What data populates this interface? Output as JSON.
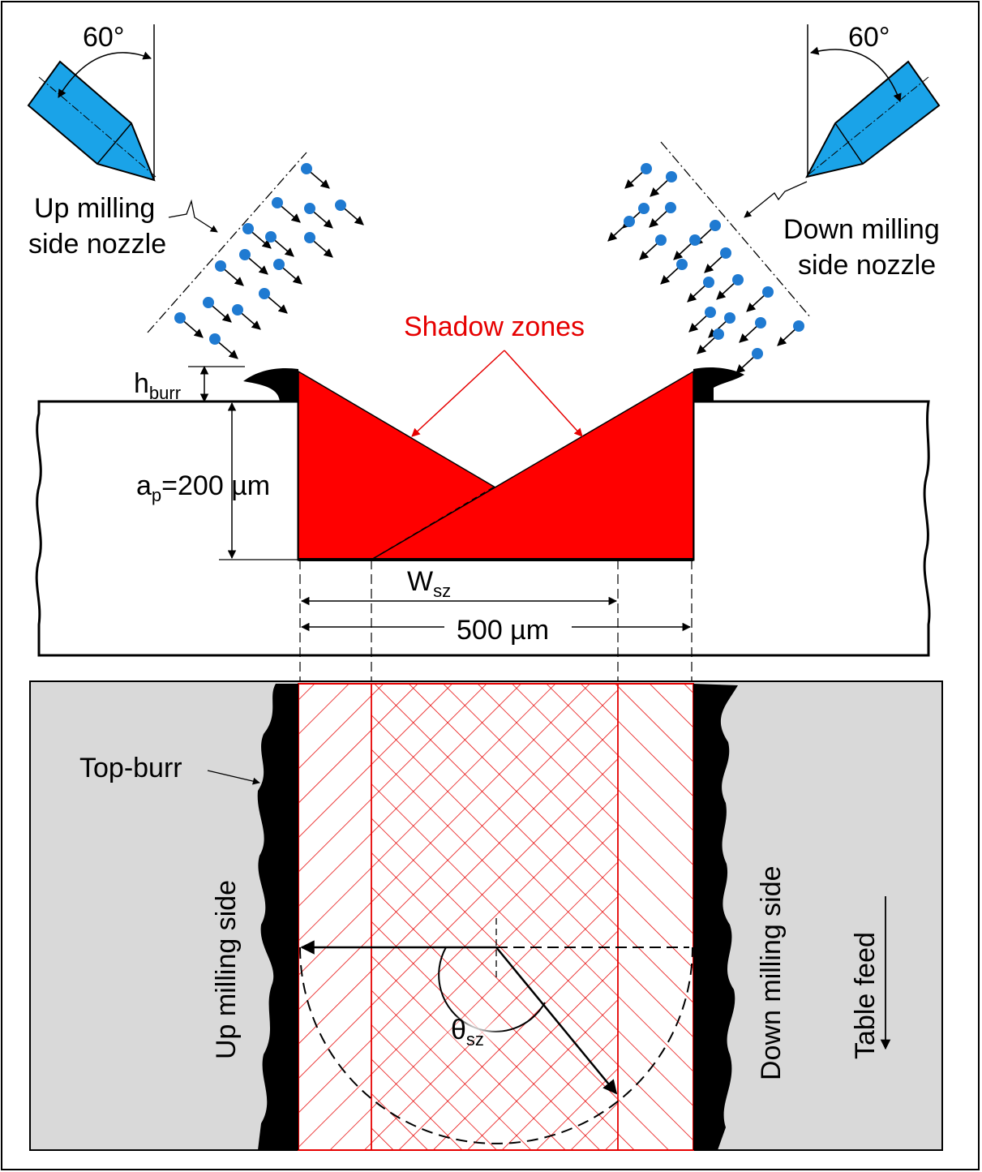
{
  "labels": {
    "angle_left": "60°",
    "angle_right": "60°",
    "up_nozzle_line1": "Up milling",
    "up_nozzle_line2": "side nozzle",
    "down_nozzle_line1": "Down milling",
    "down_nozzle_line2": "side nozzle",
    "shadow_zones": "Shadow zones",
    "h_main": "h",
    "h_sub": "burr",
    "ap_main": "a",
    "ap_sub": "p",
    "ap_value": "=200 µm",
    "w_main": "W",
    "w_sub": "sz",
    "width_500": "500 µm",
    "top_burr": "Top-burr",
    "up_side": "Up milling side",
    "down_side": "Down milling side",
    "table_feed": "Table feed",
    "theta_main": "θ",
    "theta_sub": "sz"
  },
  "colors": {
    "nozzle": "#1aa3e8",
    "shadow": "#ff0000",
    "hatch": "#e60000",
    "droplet": "#1f7ad1",
    "workpiece_gray": "#d9d9d9"
  },
  "icons": {
    "droplet": "dot-with-arrow",
    "nozzle": "tapered-nozzle"
  }
}
